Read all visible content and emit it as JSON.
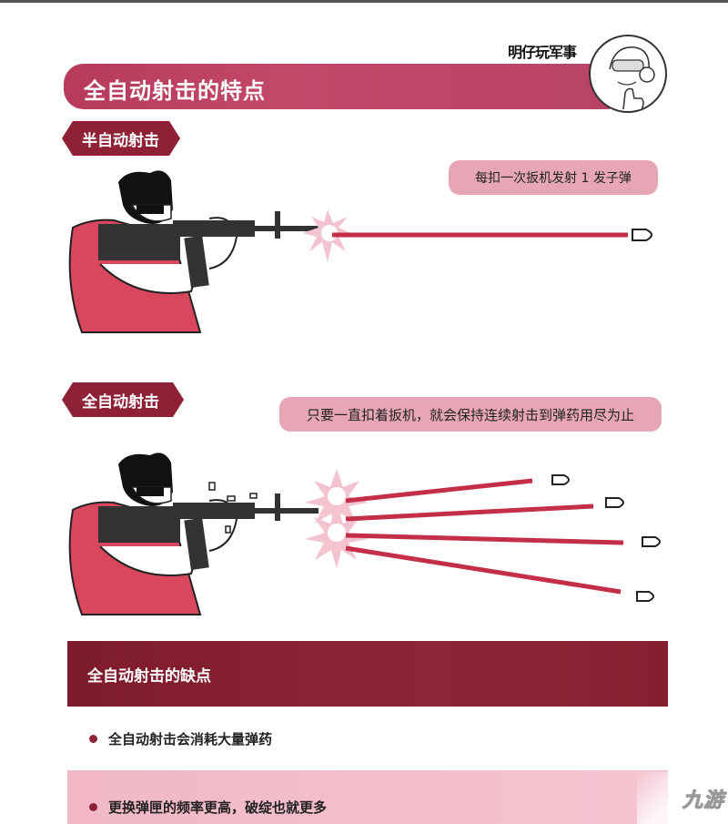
{
  "header": {
    "title": "全自动射击的特点",
    "brand": "明仔玩军事",
    "mascot_icon": "thumbs-up-mascot-icon"
  },
  "semi_auto": {
    "tag": "半自动射击",
    "caption": "每扣一次扳机发射 1 发子弹",
    "illustration": "soldier-firing-single-bullet",
    "bullet_count": 1
  },
  "full_auto": {
    "tag": "全自动射击",
    "caption": "只要一直扣着扳机，就会保持连续射击到弹药用尽为止",
    "illustration": "soldier-firing-multiple-bullets",
    "bullet_count": 4
  },
  "cons": {
    "title": "全自动射击的缺点",
    "items": [
      "全自动射击会消耗大量弹药",
      "更换弹匣的频率更高，破绽也就更多"
    ]
  },
  "watermark": {
    "text": "九游",
    "logo_icon": "jiuyou-logo-icon"
  },
  "colors": {
    "banner": "#bd4465",
    "tag": "#8e2136",
    "bubble": "#e7a6b6",
    "cons_header": "#86202f",
    "cons_alt_row": "#f3bccb",
    "shirt": "#d9475f",
    "tracer": "#c42e48"
  }
}
